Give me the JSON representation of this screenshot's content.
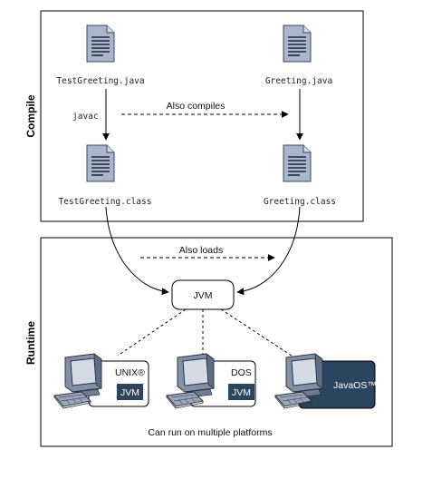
{
  "sections": {
    "compile": "Compile",
    "runtime": "Runtime"
  },
  "files": {
    "test_java": "TestGreeting.java",
    "greeting_java": "Greeting.java",
    "test_class": "TestGreeting.class",
    "greeting_class": "Greeting.class"
  },
  "labels": {
    "javac": "javac",
    "also_compiles": "Also compiles",
    "also_loads": "Also loads",
    "jvm": "JVM",
    "footer": "Can run on multiple platforms"
  },
  "platforms": [
    {
      "os": "UNIX®",
      "vm": "JVM"
    },
    {
      "os": "DOS",
      "vm": "JVM"
    },
    {
      "os": "JavaOS™"
    }
  ],
  "colors": {
    "doc_fill": "#aab6cc",
    "accent_dark": "#2b455e",
    "computer_mid": "#8290a4"
  },
  "icons": [
    "document-icon",
    "computer-icon"
  ]
}
